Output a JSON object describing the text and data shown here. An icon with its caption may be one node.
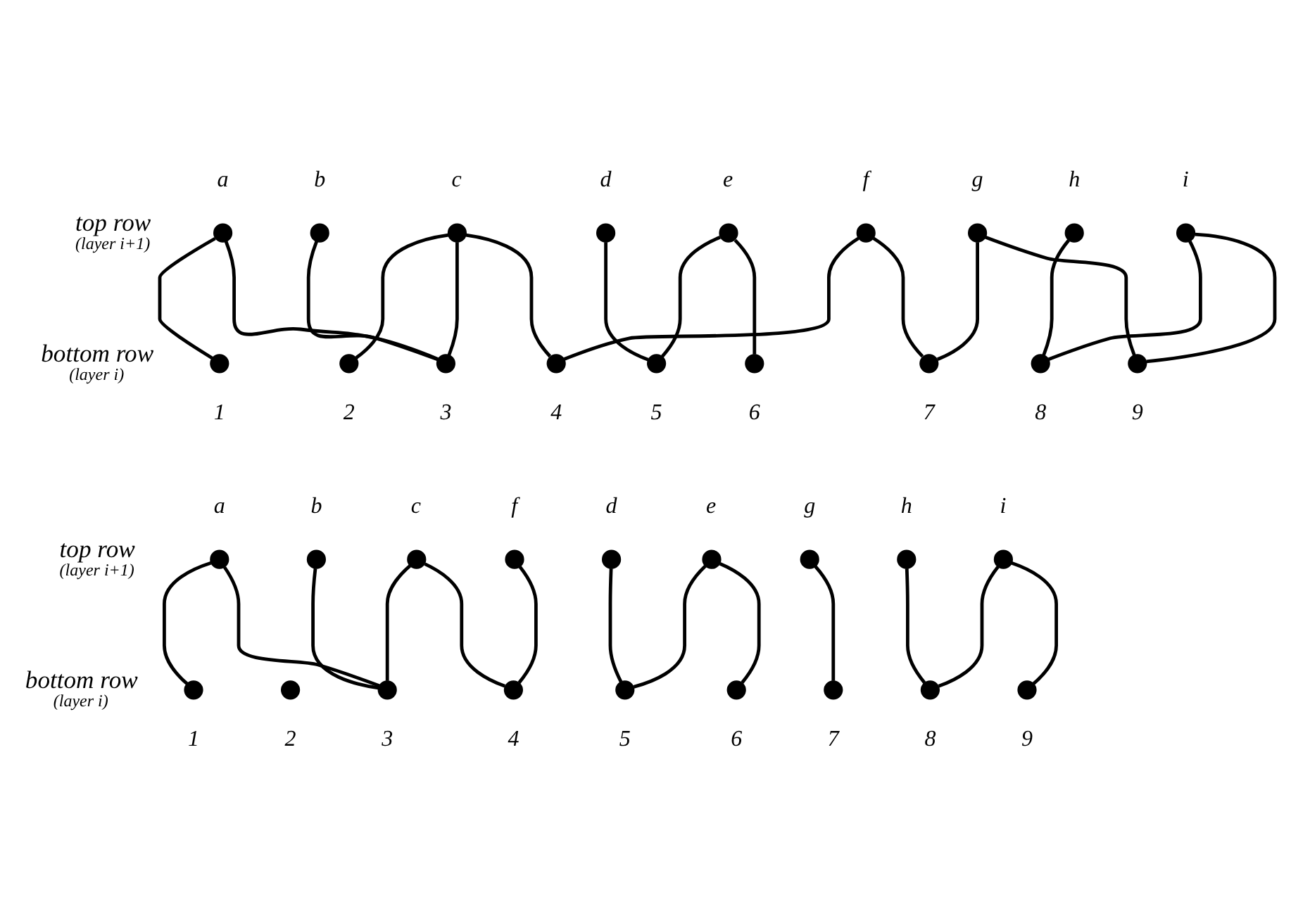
{
  "diagram": {
    "nodes": [
      {
        "text": [],
        "shape": "circle",
        "beside": [
          "a"
        ]
      },
      {
        "text": [],
        "shape": "circle",
        "beside": [
          "b"
        ]
      },
      {
        "text": [],
        "shape": "circle",
        "beside": [
          "c"
        ]
      },
      {
        "text": [],
        "shape": "circle",
        "beside": [
          "d"
        ]
      },
      {
        "text": [],
        "shape": "circle",
        "beside": [
          "e"
        ]
      },
      {
        "text": [],
        "shape": "circle",
        "beside": [
          "f"
        ]
      },
      {
        "text": [],
        "shape": "circle",
        "beside": [
          "g"
        ]
      },
      {
        "text": [],
        "shape": "circle",
        "beside": [
          "h"
        ]
      },
      {
        "text": [],
        "shape": "circle",
        "beside": [
          "i"
        ]
      },
      {
        "text": [],
        "shape": "circle",
        "beside": [
          "1"
        ]
      },
      {
        "text": [],
        "shape": "circle",
        "beside": [
          "2"
        ]
      },
      {
        "text": [],
        "shape": "circle",
        "beside": [
          "3"
        ]
      },
      {
        "text": [],
        "shape": "circle",
        "beside": [
          "4"
        ]
      },
      {
        "text": [],
        "shape": "circle",
        "beside": [
          "5"
        ]
      },
      {
        "text": [],
        "shape": "circle",
        "beside": [
          "6"
        ]
      },
      {
        "text": [],
        "shape": "circle",
        "beside": [
          "7"
        ]
      },
      {
        "text": [],
        "shape": "circle",
        "beside": [
          "8"
        ]
      },
      {
        "text": [],
        "shape": "circle",
        "beside": [
          "9"
        ]
      },
      {
        "text": [],
        "shape": "circle",
        "beside": [
          "a"
        ]
      },
      {
        "text": [],
        "shape": "circle",
        "beside": [
          "b"
        ]
      },
      {
        "text": [],
        "shape": "circle",
        "beside": [
          "c"
        ]
      },
      {
        "text": [],
        "shape": "circle",
        "beside": [
          "f"
        ]
      },
      {
        "text": [],
        "shape": "circle",
        "beside": [
          "d"
        ]
      },
      {
        "text": [],
        "shape": "circle",
        "beside": [
          "e"
        ]
      },
      {
        "text": [],
        "shape": "circle",
        "beside": [
          "g"
        ]
      },
      {
        "text": [],
        "shape": "circle",
        "beside": [
          "h"
        ]
      },
      {
        "text": [],
        "shape": "circle",
        "beside": [
          "i"
        ]
      },
      {
        "text": [],
        "shape": "circle",
        "beside": [
          "1"
        ]
      },
      {
        "text": [],
        "shape": "circle",
        "beside": [
          "2"
        ]
      },
      {
        "text": [],
        "shape": "circle",
        "beside": [
          "3"
        ]
      },
      {
        "text": [],
        "shape": "circle",
        "beside": [
          "4"
        ]
      },
      {
        "text": [],
        "shape": "circle",
        "beside": [
          "5"
        ]
      },
      {
        "text": [],
        "shape": "circle",
        "beside": [
          "6"
        ]
      },
      {
        "text": [],
        "shape": "circle",
        "beside": [
          "7"
        ]
      },
      {
        "text": [],
        "shape": "circle",
        "beside": [
          "8"
        ]
      },
      {
        "text": [],
        "shape": "circle",
        "beside": [
          "9"
        ]
      }
    ],
    "edges": [
      {
        "from": 0,
        "to": 9,
        "arrow": "none"
      },
      {
        "from": 0,
        "to": 11,
        "arrow": "none"
      },
      {
        "from": 1,
        "to": 11,
        "arrow": "none"
      },
      {
        "from": 2,
        "to": 10,
        "arrow": "none"
      },
      {
        "from": 2,
        "to": 11,
        "arrow": "none"
      },
      {
        "from": 2,
        "to": 12,
        "arrow": "none"
      },
      {
        "from": 3,
        "to": 13,
        "arrow": "none"
      },
      {
        "from": 4,
        "to": 13,
        "arrow": "none"
      },
      {
        "from": 4,
        "to": 14,
        "arrow": "none"
      },
      {
        "from": 5,
        "to": 12,
        "arrow": "none"
      },
      {
        "from": 5,
        "to": 15,
        "arrow": "none"
      },
      {
        "from": 6,
        "to": 15,
        "arrow": "none"
      },
      {
        "from": 6,
        "to": 17,
        "arrow": "none"
      },
      {
        "from": 7,
        "to": 16,
        "arrow": "none"
      },
      {
        "from": 8,
        "to": 16,
        "arrow": "none"
      },
      {
        "from": 8,
        "to": 17,
        "arrow": "none"
      },
      {
        "from": 18,
        "to": 27,
        "arrow": "none"
      },
      {
        "from": 18,
        "to": 29,
        "arrow": "none"
      },
      {
        "from": 19,
        "to": 29,
        "arrow": "none"
      },
      {
        "from": 20,
        "to": 29,
        "arrow": "none"
      },
      {
        "from": 20,
        "to": 30,
        "arrow": "none"
      },
      {
        "from": 21,
        "to": 30,
        "arrow": "none"
      },
      {
        "from": 22,
        "to": 31,
        "arrow": "none"
      },
      {
        "from": 23,
        "to": 31,
        "arrow": "none"
      },
      {
        "from": 23,
        "to": 32,
        "arrow": "none"
      },
      {
        "from": 24,
        "to": 33,
        "arrow": "none"
      },
      {
        "from": 25,
        "to": 34,
        "arrow": "none"
      },
      {
        "from": 26,
        "to": 34,
        "arrow": "none"
      },
      {
        "from": 26,
        "to": 35,
        "arrow": "none"
      }
    ],
    "labels": [
      "top row",
      "(layer i+1)",
      "bottom row",
      "(layer i)",
      "top row",
      "(layer i+1)",
      "bottom row",
      "(layer i)"
    ]
  }
}
